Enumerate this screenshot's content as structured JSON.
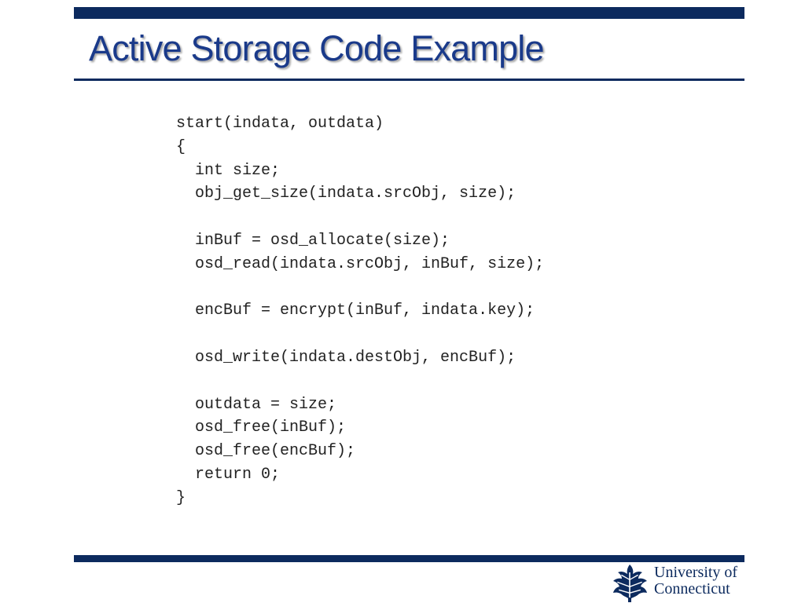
{
  "slide": {
    "title": "Active Storage Code Example"
  },
  "code": {
    "lines": [
      "start(indata, outdata)",
      "{",
      "  int size;",
      "  obj_get_size(indata.srcObj, size);",
      "",
      "  inBuf = osd_allocate(size);",
      "  osd_read(indata.srcObj, inBuf, size);",
      "",
      "  encBuf = encrypt(inBuf, indata.key);",
      "",
      "  osd_write(indata.destObj, encBuf);",
      "",
      "  outdata = size;",
      "  osd_free(inBuf);",
      "  osd_free(encBuf);",
      "  return 0;",
      "}"
    ]
  },
  "footer": {
    "logo_line1": "University of",
    "logo_line2": "Connecticut",
    "logo_icon": "oak-leaf-icon"
  },
  "colors": {
    "brand_navy": "#0c2a5e",
    "title_blue": "#1a3a8a",
    "code_text": "#222222"
  }
}
